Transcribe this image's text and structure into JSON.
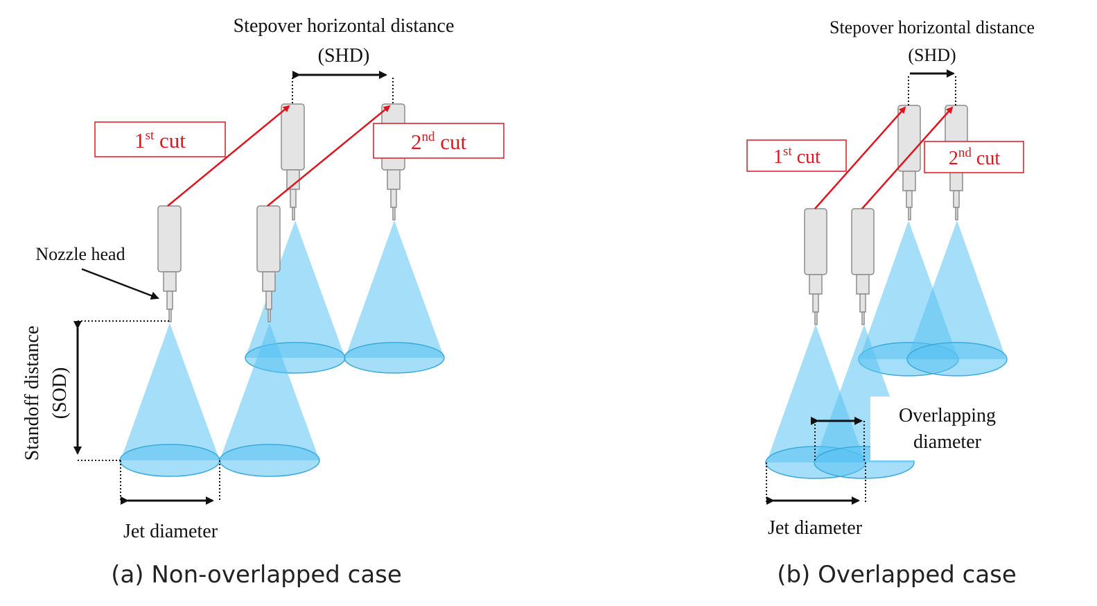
{
  "panel_a": {
    "shd_line1": "Stepover horizontal distance",
    "shd_line2": "(SHD)",
    "cut1_main": "1",
    "cut1_sup": "st",
    "cut1_tail": " cut",
    "cut2_main": "2",
    "cut2_sup": "nd",
    "cut2_tail": " cut",
    "nozzle_label": "Nozzle head",
    "sod_line1": "Standoff distance",
    "sod_line2": "(SOD)",
    "jet_label": "Jet diameter",
    "caption": "(a) Non-overlapped case"
  },
  "panel_b": {
    "shd_line1": "Stepover horizontal distance",
    "shd_line2": "(SHD)",
    "cut1_main": "1",
    "cut1_sup": "st",
    "cut1_tail": " cut",
    "cut2_main": "2",
    "cut2_sup": "nd",
    "cut2_tail": " cut",
    "overlap_line1": "Overlapping",
    "overlap_line2": "diameter",
    "jet_label": "Jet diameter",
    "caption": "(b) Overlapped case"
  },
  "colors": {
    "jet": "#59c3f2",
    "cut_arrow": "#e0141e",
    "nozzle": "#e4e4e4"
  }
}
